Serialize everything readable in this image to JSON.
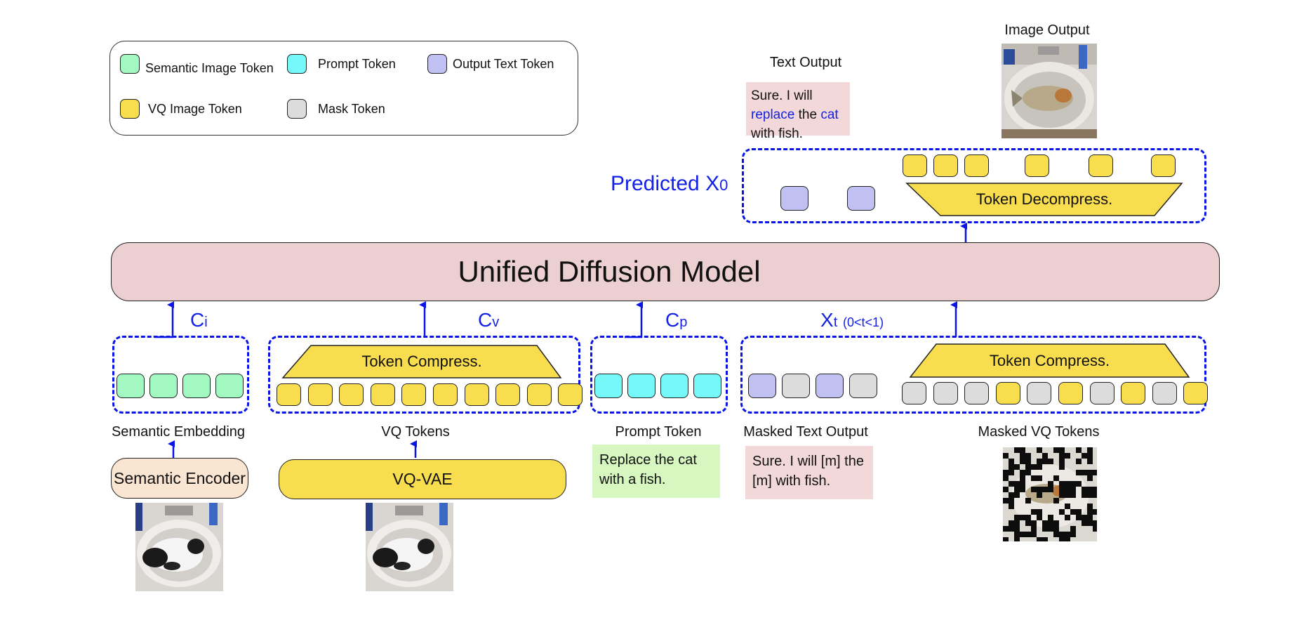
{
  "legend": {
    "items": [
      {
        "label": "Semantic Image Token",
        "color": "#a3f7c1"
      },
      {
        "label": "Prompt Token",
        "color": "#77f8f8"
      },
      {
        "label": "Output Text Token",
        "color": "#c1c0f2"
      },
      {
        "label": "VQ Image Token",
        "color": "#f8dd4e"
      },
      {
        "label": "Mask Token",
        "color": "#dcdcdc"
      }
    ]
  },
  "colors": {
    "semantic": "#a3f7c1",
    "prompt": "#77f8f8",
    "output_text": "#c1c0f2",
    "vq": "#f8dd4e",
    "mask": "#dcdcdc",
    "arrow_blue": "#0a14e6",
    "model_fill": "#eccfd0"
  },
  "top": {
    "image_output_label": "Image Output",
    "image_output_alt": "fish in sink",
    "text_output_label": "Text Output",
    "text_output": {
      "parts": [
        {
          "text": "Sure. I will ",
          "highlight": false
        },
        {
          "text": "replace",
          "highlight": true
        },
        {
          "text": " the ",
          "highlight": false
        },
        {
          "text": "cat",
          "highlight": true
        },
        {
          "text": " with fish.",
          "highlight": false
        }
      ]
    },
    "predicted_label": "Predicted X",
    "predicted_sub": "0",
    "decompress_label": "Token Decompress.",
    "predicted_text_tokens": [
      "output_text",
      "output_text"
    ],
    "predicted_vq_tokens": [
      "vq",
      "vq",
      "vq",
      "vq",
      "vq",
      "vq"
    ]
  },
  "model": {
    "title": "Unified Diffusion Model"
  },
  "conditions": {
    "ci": {
      "main": "C",
      "sub": "i"
    },
    "cv": {
      "main": "C",
      "sub": "v"
    },
    "cp": {
      "main": "C",
      "sub": "p"
    },
    "xt": {
      "main": "X",
      "sub": "t",
      "note": "(0<t<1)"
    }
  },
  "bottom": {
    "semantic_tokens": [
      "semantic",
      "semantic",
      "semantic",
      "semantic"
    ],
    "vq_compress_label": "Token Compress.",
    "vq_tokens": [
      "vq",
      "vq",
      "vq",
      "vq",
      "vq",
      "vq",
      "vq",
      "vq",
      "vq",
      "vq"
    ],
    "prompt_tokens": [
      "prompt",
      "prompt",
      "prompt",
      "prompt"
    ],
    "masked_text_tokens": [
      "output_text",
      "mask",
      "output_text",
      "mask"
    ],
    "masked_compress_label": "Token Compress.",
    "masked_vq_tokens": [
      "mask",
      "mask",
      "mask",
      "vq",
      "mask",
      "vq",
      "mask",
      "vq",
      "mask",
      "vq"
    ],
    "labels": {
      "semantic_embedding": "Semantic Embedding",
      "vq_tokens": "VQ Tokens",
      "prompt_token": "Prompt Token",
      "masked_text_output": "Masked Text Output",
      "masked_vq_tokens": "Masked VQ Tokens"
    },
    "semantic_encoder": "Semantic Encoder",
    "vq_vae": "VQ-VAE",
    "prompt_text": "Replace the cat with a fish.",
    "masked_text": "Sure. I will [m] the [m] with fish.",
    "input_image_alt": "cat in sink",
    "masked_image_alt": "masked fish in sink"
  }
}
